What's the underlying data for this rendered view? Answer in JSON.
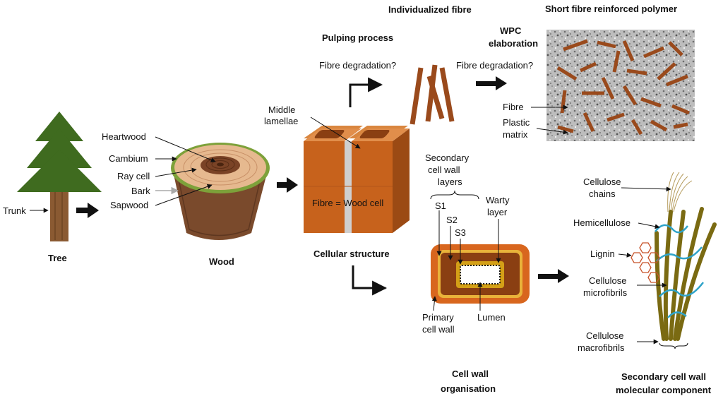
{
  "titles": {
    "tree": "Tree",
    "wood": "Wood",
    "cellular_structure": "Cellular structure",
    "pulping_process": "Pulping process",
    "individualized_fibre": "Individualized fibre",
    "wpc_line1": "WPC",
    "wpc_line2": "elaboration",
    "sfrp": "Short fibre reinforced polymer",
    "cell_wall_line1": "Cell wall",
    "cell_wall_line2": "organisation",
    "secondary_line1": "Secondary cell wall",
    "secondary_line2": "molecular component"
  },
  "labels": {
    "trunk": "Trunk",
    "heartwood": "Heartwood",
    "cambium": "Cambium",
    "ray_cell": "Ray cell",
    "bark": "Bark",
    "sapwood": "Sapwood",
    "middle_line1": "Middle",
    "middle_line2": "lamellae",
    "fibre_wood_cell": "Fibre = Wood cell",
    "fibre_degradation_1": "Fibre degradation?",
    "fibre_degradation_2": "Fibre degradation?",
    "fibre": "Fibre",
    "plastic_line1": "Plastic",
    "plastic_line2": "matrix",
    "sec_line1": "Secondary",
    "sec_line2": "cell wall",
    "sec_line3": "layers",
    "s1": "S1",
    "s2": "S2",
    "s3": "S3",
    "warty_line1": "Warty",
    "warty_line2": "layer",
    "primary_line1": "Primary",
    "primary_line2": "cell wall",
    "lumen": "Lumen",
    "cellulose_chains_1": "Cellulose",
    "cellulose_chains_2": "chains",
    "hemicellulose": "Hemicellulose",
    "lignin": "Lignin",
    "microfibrils_1": "Cellulose",
    "microfibrils_2": "microfibrils",
    "macrofibrils_1": "Cellulose",
    "macrofibrils_2": "macrofibrils"
  },
  "colors": {
    "tree_green": "#3f6b1f",
    "trunk_brown": "#8a5a32",
    "wood_light": "#e6b98f",
    "wood_dark": "#7a4326",
    "bark_green": "#7da13a",
    "cell_orange": "#c7621c",
    "fibre_brown": "#9a4a1c",
    "matrix_grey": "#b9b9b9",
    "wall_outer": "#d8661e",
    "wall_inner": "#8a3f12",
    "wall_gold": "#d4a017",
    "microfibril": "#7a6a12",
    "hemicellulose": "#2fa3c9",
    "lignin": "#c8532a"
  }
}
